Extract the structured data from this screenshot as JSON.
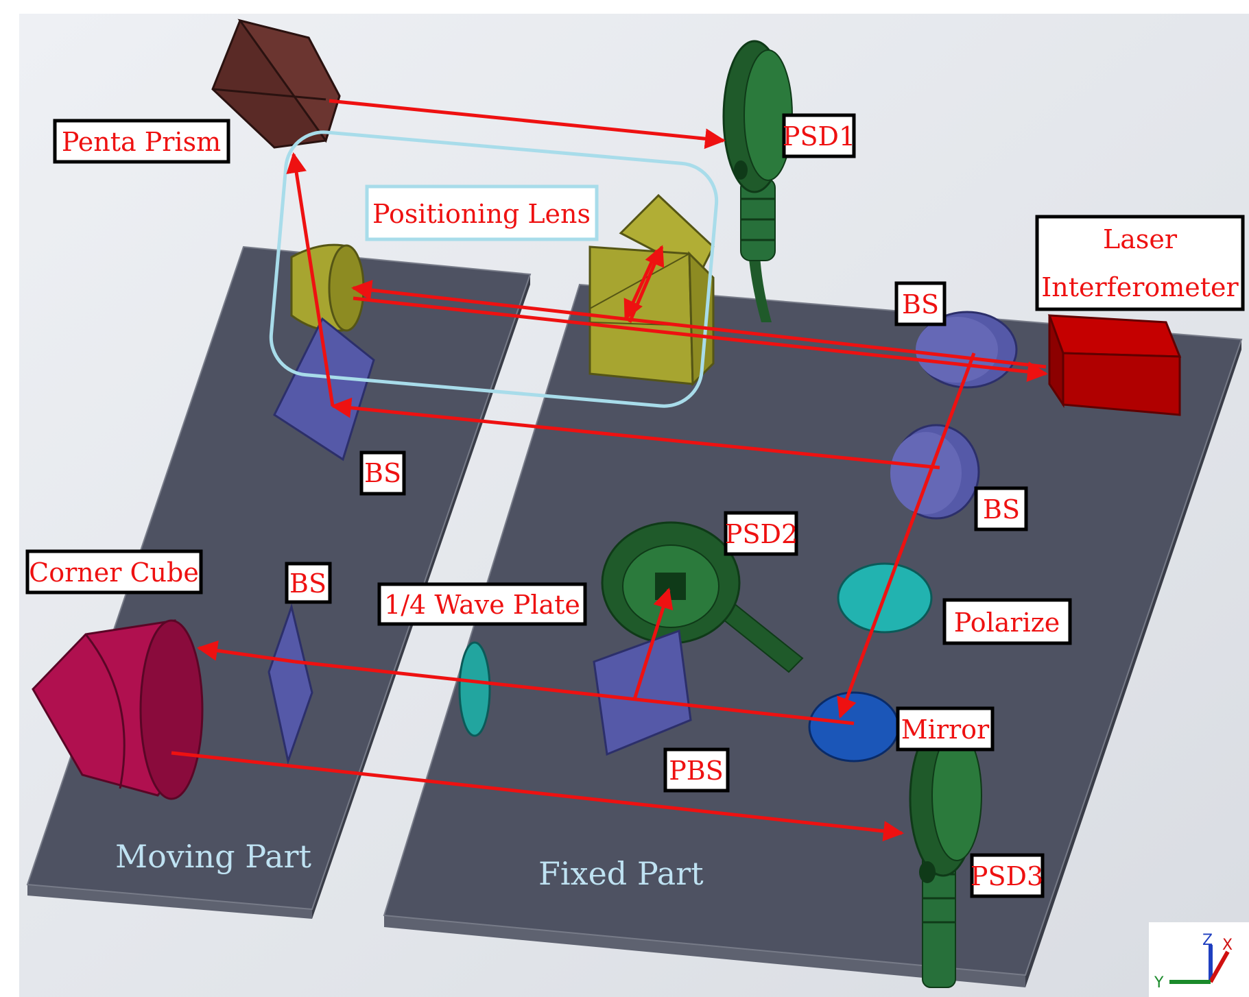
{
  "labels": {
    "penta_prism": "Penta Prism",
    "psd1": "PSD1",
    "positioning_lens": "Positioning Lens",
    "laser_line1": "Laser",
    "laser_line2": "Interferometer",
    "bs_top": "BS",
    "bs_moving_upper": "BS",
    "bs_right": "BS",
    "psd2": "PSD2",
    "corner_cube": "Corner Cube",
    "bs_moving_lower": "BS",
    "quarter_wave_plate": "1/4 Wave Plate",
    "polarize": "Polarize",
    "mirror": "Mirror",
    "pbs": "PBS",
    "psd3": "PSD3",
    "moving_part": "Moving Part",
    "fixed_part": "Fixed Part"
  },
  "axes": {
    "z": "Z",
    "x": "X",
    "y": "Y"
  },
  "colors": {
    "beam": "#ee1111",
    "plate": "#4e5262",
    "psd": "#1f5a2a",
    "bs": "#5559a8",
    "lens": "#a7a530",
    "prism": "#5a2a26",
    "laser": "#b00000",
    "corner_cube": "#b0104f",
    "polarizer": "#22b3b0",
    "mirror": "#1b56b8"
  }
}
